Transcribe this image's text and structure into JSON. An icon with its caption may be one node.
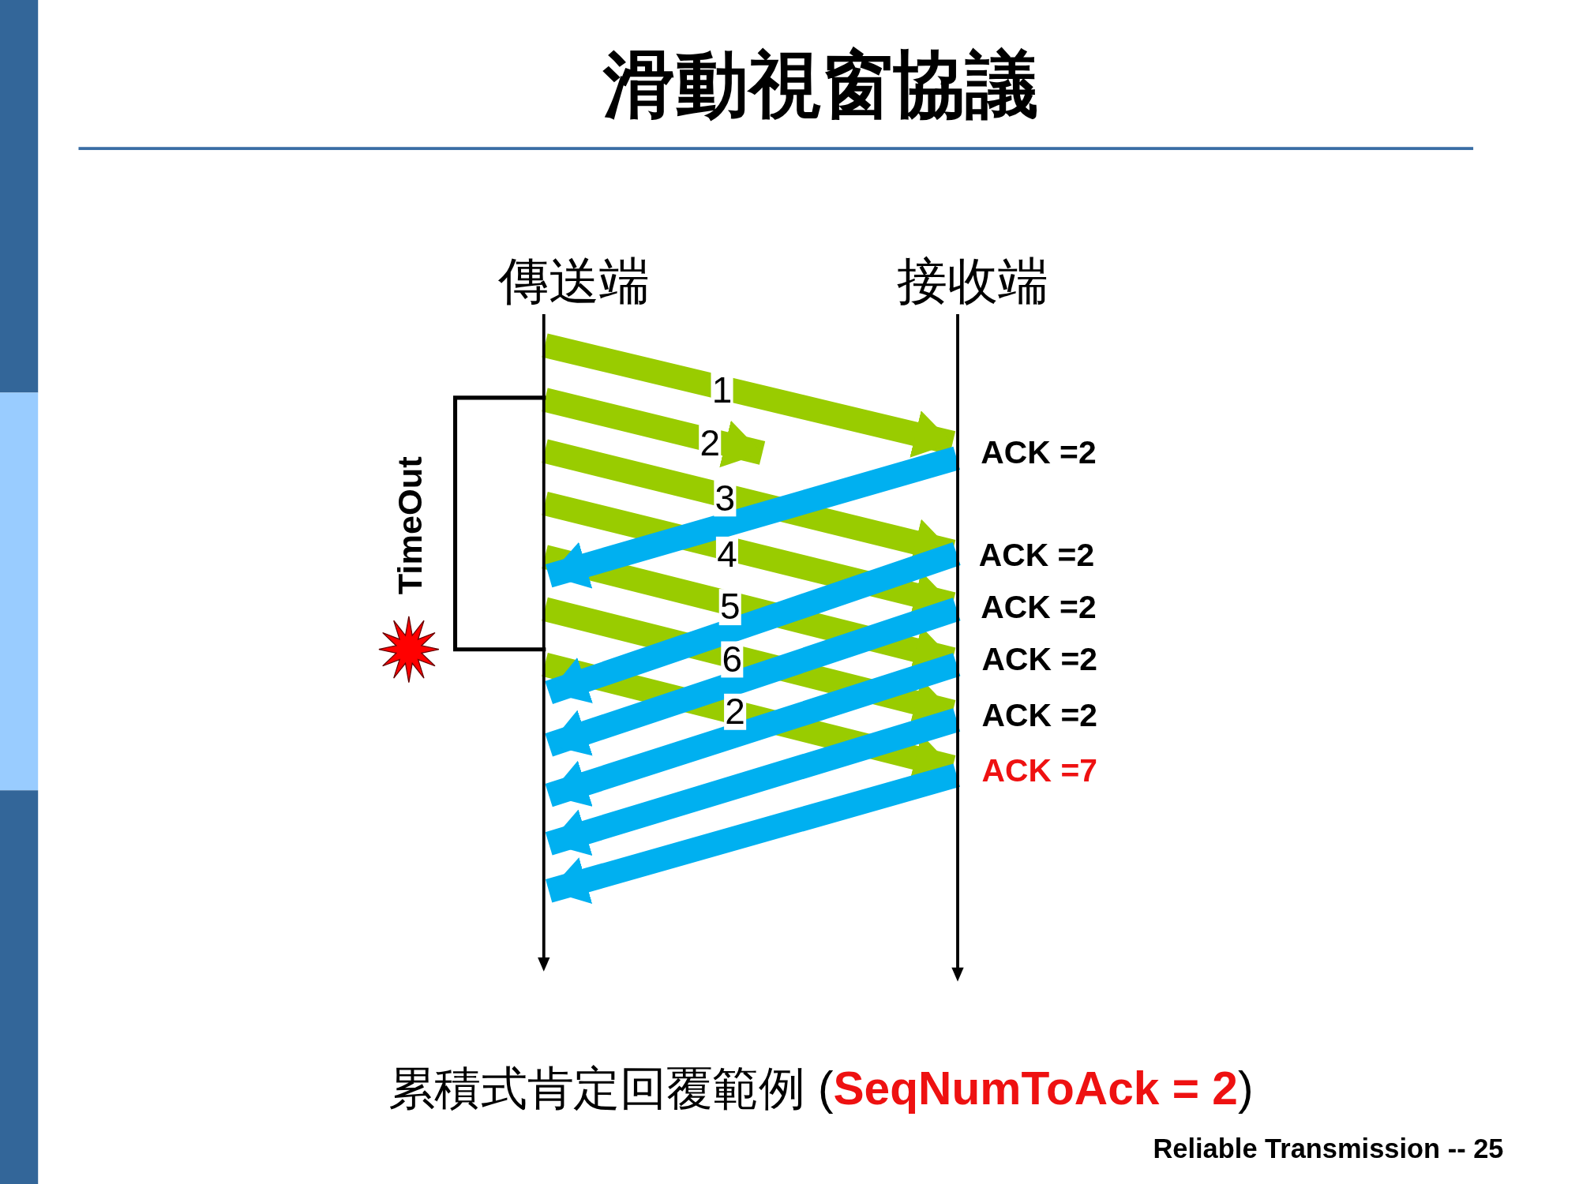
{
  "diagram": {
    "title": "滑動視窗協議",
    "caption": "累積式肯定回覆範例 (**SeqNumToAck = 2**)",
    "nodes": [
      {
        "text": [
          "傳送端"
        ]
      },
      {
        "text": [
          "接收端"
        ]
      }
    ],
    "edges": [
      {
        "from": 0,
        "to": 1,
        "arrow": "to",
        "label": "1"
      },
      {
        "from": 0,
        "to": null,
        "arrow": "to",
        "label": "2"
      },
      {
        "from": 0,
        "to": 1,
        "arrow": "to",
        "label": "3"
      },
      {
        "from": 0,
        "to": 1,
        "arrow": "to",
        "label": "4"
      },
      {
        "from": 0,
        "to": 1,
        "arrow": "to",
        "label": "5"
      },
      {
        "from": 0,
        "to": 1,
        "arrow": "to",
        "label": "6"
      },
      {
        "from": 0,
        "to": 1,
        "arrow": "to",
        "label": "2"
      },
      {
        "from": 1,
        "to": 0,
        "arrow": "to",
        "color": "#00b0f0"
      },
      {
        "from": 1,
        "to": 0,
        "arrow": "to",
        "color": "#00b0f0"
      },
      {
        "from": 1,
        "to": 0,
        "arrow": "to",
        "color": "#00b0f0"
      },
      {
        "from": 1,
        "to": 0,
        "arrow": "to",
        "color": "#00b0f0"
      },
      {
        "from": 1,
        "to": 0,
        "arrow": "to",
        "color": "#00b0f0"
      },
      {
        "from": 1,
        "to": 0,
        "arrow": "to",
        "color": "#00b0f0"
      }
    ],
    "labels": [
      "TimeOut",
      "ACK =2",
      "ACK =2",
      "ACK =2",
      "ACK =2",
      "ACK =2",
      "ACK =7",
      "Reliable Transmission -- 25"
    ]
  }
}
